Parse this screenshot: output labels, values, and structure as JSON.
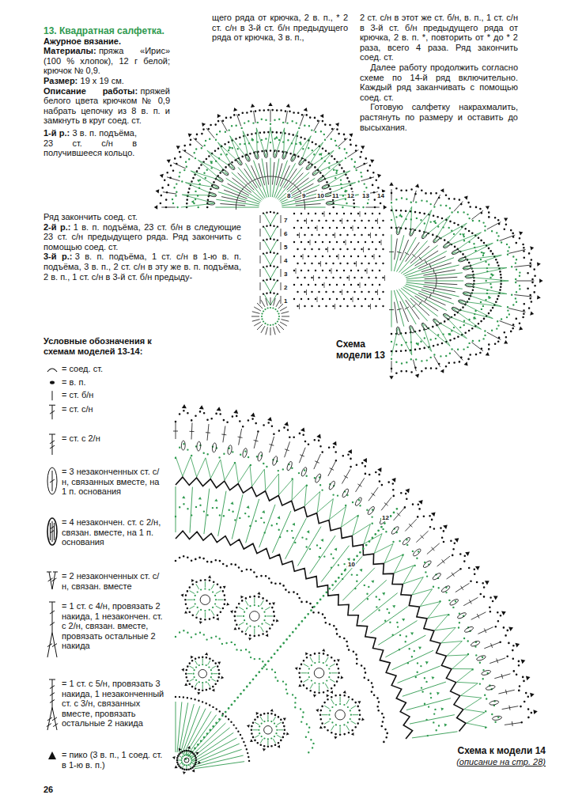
{
  "diagram": {
    "title": "13. Квадратная салфетка.",
    "labels": [
      "Ажурное вязание.",
      "Материалы:",
      "пряжа «Ирис» (100 % хлопок), 12 г белой; крючок № 0,9.",
      "Размер:",
      "19 х 19 см.",
      "Описание работы:",
      "пряжей белого цвета крючком № 0,9 набрать цепочку из 8 в. п. и замкнуть в круг соед. ст.",
      "1-й р.:",
      "3 в. п. подъёма, 23 ст. с/н в получившееся кольцо.",
      "Ряд закончить соед. ст.",
      "2-й р.:",
      "1 в. п. подъёма, 23 ст. б/н в следующие 23 ст. с/н предыдущего ряда. Ряд закончить с помощью соед. ст.",
      "3-й р.:",
      "3 в. п. подъёма, 1 ст. с/н в 1-ю в. п. подъёма, 3 в. п., 2 ст. с/н в эту же в. п. подъёма, 2 в. п., 1 ст. с/н в 3-й ст. б/н предыду-",
      "щего ряда от крючка, 2 в. п., * 2 ст. с/н в 3-й ст. б/н предыдущего ряда от крючка, 3 в. п.,",
      "2 ст. с/н в этот же ст. б/н, в. п., 1 ст. с/н в 3-й ст. б/н предыдущего ряда от крючка, 2 в. п. *, повторить от * до * 2 раза, всего 4 раза. Ряд закончить соед. ст.",
      "Далее работу продолжить согласно схеме по 14-й ряд включительно. Каждый ряд заканчивать с помощью соед. ст.",
      "Готовую салфетку накрахмалить, растянуть по размеру и оставить до высыхания.",
      "Условные обозначения к схемам моделей 13-14:",
      "Схема модели 13",
      "Схема к модели 14",
      "(описание на стр. 28)",
      "26",
      "1",
      "2",
      "3",
      "4",
      "5",
      "6",
      "7",
      "8",
      "9",
      "10",
      "11",
      "12",
      "13",
      "14",
      "10",
      "12"
    ],
    "legend": [
      {
        "text": "= соед. ст."
      },
      {
        "text": "= в. п."
      },
      {
        "text": "= ст. б/н"
      },
      {
        "text": "= ст. с/н"
      },
      {
        "text": "= ст. с 2/н"
      },
      {
        "text": "= 3 незаконченных ст. с/н, связанных вместе, на 1 п. основания"
      },
      {
        "text": "= 4 незакончен. ст. с 2/н, связан. вместе, на 1 п. основания"
      },
      {
        "text": "= 2 незаконченных ст. с/н, связан. вместе"
      },
      {
        "text": "= 1 ст. с 4/н, провязать 2 накида, 1 незакончен. ст. с 2/н, связан. вместе, провязать остальные 2 накида"
      },
      {
        "text": "= 1 ст. с 5/н, провязать 3 накида, 1 незаконченный ст. с 3/н, связанных вместе, провязать остальные 2 накида"
      },
      {
        "text": "= пико (3 в. п., 1 соед. ст. в 1-ю в. п.)"
      }
    ]
  }
}
